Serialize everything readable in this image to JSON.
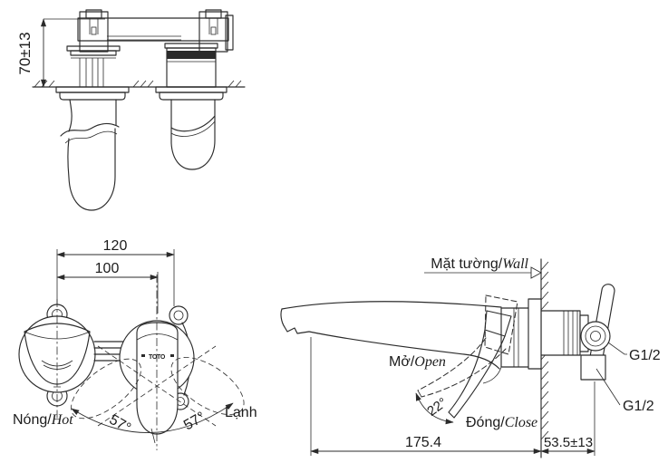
{
  "drawing": {
    "background": "#ffffff",
    "line_color": "#2b2b2b",
    "text_color": "#1c1c1c",
    "views": {
      "top": {
        "dim_height": "70±13"
      },
      "front": {
        "dim_outer": "120",
        "dim_inner": "100",
        "angle_left": "57°",
        "angle_right": "57°",
        "label_hot_vi": "Nóng/",
        "label_hot_en": "Hot",
        "label_cold": "Lạnh",
        "logo": "TOTO"
      },
      "side": {
        "wall_vi": "Mặt tường/",
        "wall_en": "Wall",
        "open_vi": "Mở/",
        "open_en": "Open",
        "close_vi": "Đóng/",
        "close_en": "Close",
        "angle_open": "22°",
        "dim_reach": "175.4",
        "dim_depth": "53.5±13",
        "thread_upper": "G1/2",
        "thread_lower": "G1/2"
      }
    }
  }
}
